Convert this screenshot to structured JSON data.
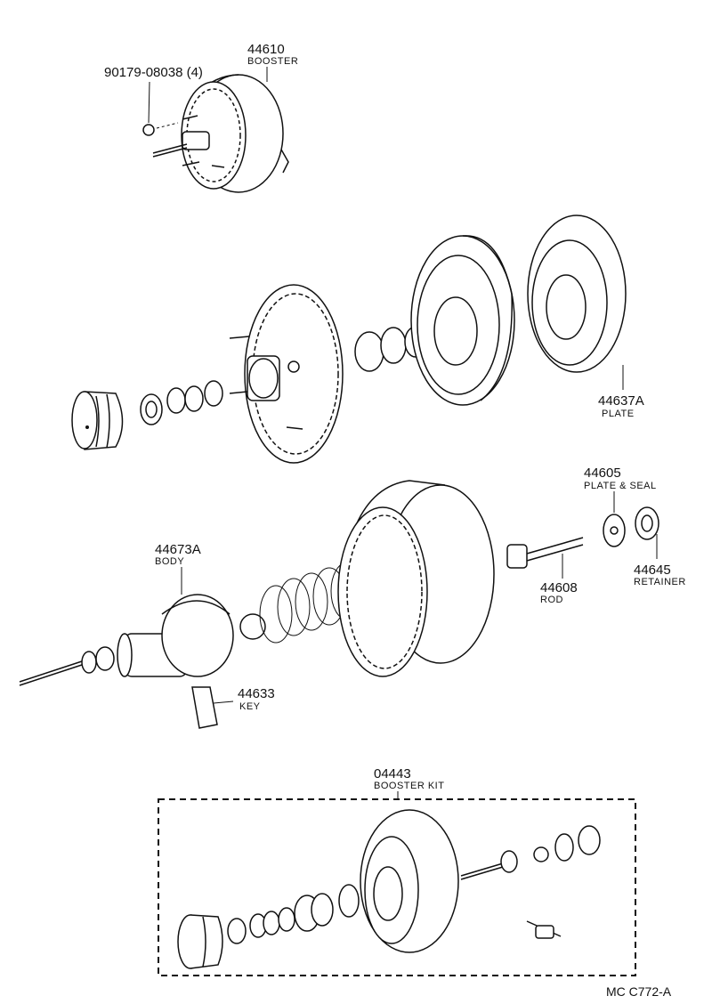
{
  "parts": {
    "booster": {
      "number": "44610",
      "name": "BOOSTER"
    },
    "nut": {
      "number": "90179-08038 (4)"
    },
    "plate": {
      "number": "44637A",
      "name": "PLATE"
    },
    "plate_seal": {
      "number": "44605",
      "name": "PLATE & SEAL"
    },
    "body": {
      "number": "44673A",
      "name": "BODY"
    },
    "retainer": {
      "number": "44645",
      "name": "RETAINER"
    },
    "rod": {
      "number": "44608",
      "name": "ROD"
    },
    "key": {
      "number": "44633",
      "name": "KEY"
    },
    "booster_kit": {
      "number": "04443",
      "name": "BOOSTER KIT"
    }
  },
  "figure_code": "MC  C772-A"
}
